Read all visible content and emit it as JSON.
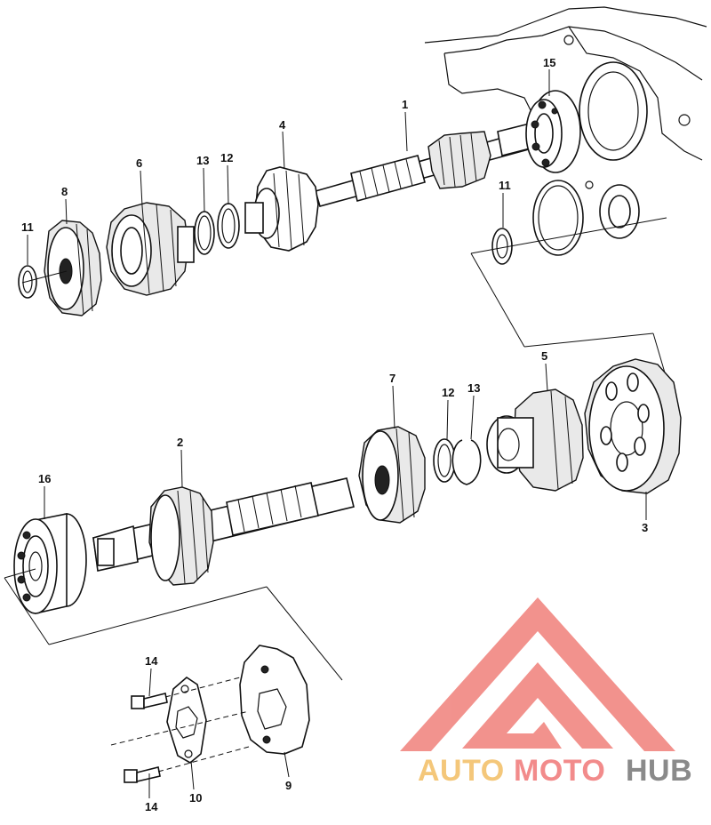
{
  "callouts": [
    "1",
    "2",
    "3",
    "4",
    "5",
    "6",
    "7",
    "8",
    "9",
    "10",
    "11",
    "12",
    "13",
    "14",
    "15",
    "16"
  ],
  "callouts_upper": {
    "c15": "15",
    "c1": "1",
    "c4": "4",
    "c6": "6",
    "c13": "13",
    "c12": "12",
    "c8": "8",
    "c11a": "11",
    "c11b": "11"
  },
  "callouts_lower": {
    "c5": "5",
    "c7": "7",
    "c12": "12",
    "c13": "13",
    "c2": "2",
    "c16": "16",
    "c3": "3"
  },
  "callouts_sprocket": {
    "c14a": "14",
    "c14b": "14",
    "c10": "10",
    "c9": "9"
  },
  "watermark": {
    "part1": "AUTO",
    "part2": "MOTO",
    "part3": "HUB",
    "color_auto": "#f4c77a",
    "color_moto": "#f28b8b",
    "color_hub": "#8a8a8a",
    "logo_color": "#f0807a"
  }
}
